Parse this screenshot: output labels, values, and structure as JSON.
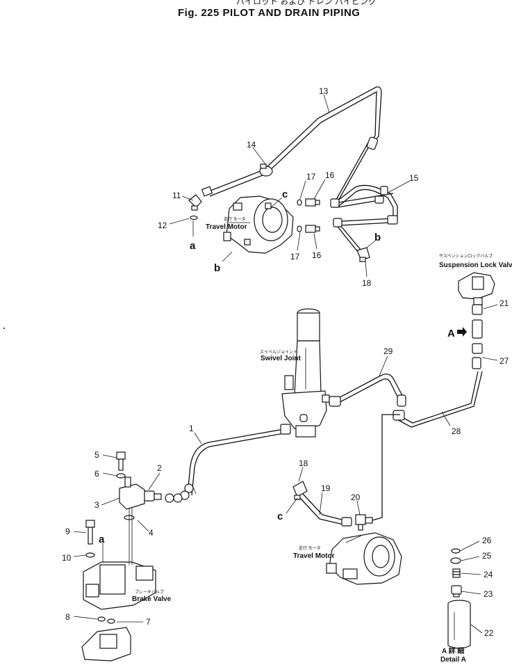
{
  "header": {
    "subtitle_jp": "パイロット および ドレン パイピング",
    "title": "Fig. 225  PILOT AND DRAIN PIPING"
  },
  "components": {
    "travel_motor_upper_jp": "走行 モータ",
    "travel_motor_upper": "Travel Motor",
    "travel_motor_lower_jp": "走行 モータ",
    "travel_motor_lower": "Travel Motor",
    "swivel_joint_jp": "スイベルジョイント",
    "swivel_joint": "Swivel Joint",
    "suspension_valve_jp": "サスペンションロックバルブ",
    "suspension_valve": "Suspension Lock Valve",
    "brake_valve_jp": "ブレーキバルブ",
    "brake_valve": "Brake Valve"
  },
  "connectors": {
    "a1": "a",
    "a2": "a",
    "b1": "b",
    "b2": "b",
    "c1": "c",
    "c2": "c"
  },
  "detail": {
    "arrow_label": "A",
    "caption_line1": "A  詳  細",
    "caption_line2": "Detail  A"
  },
  "part_numbers": {
    "p1": "1",
    "p2": "2",
    "p3": "3",
    "p4": "4",
    "p5": "5",
    "p6": "6",
    "p7": "7",
    "p8": "8",
    "p9": "9",
    "p10": "10",
    "p11": "11",
    "p12": "12",
    "p13": "13",
    "p14": "14",
    "p15": "15",
    "p16a": "16",
    "p16b": "16",
    "p17a": "17",
    "p17b": "17",
    "p18a": "18",
    "p18b": "18",
    "p19": "19",
    "p20": "20",
    "p21": "21",
    "p22": "22",
    "p23": "23",
    "p24": "24",
    "p25": "25",
    "p26": "26",
    "p27": "27",
    "p28": "28",
    "p29": "29"
  }
}
